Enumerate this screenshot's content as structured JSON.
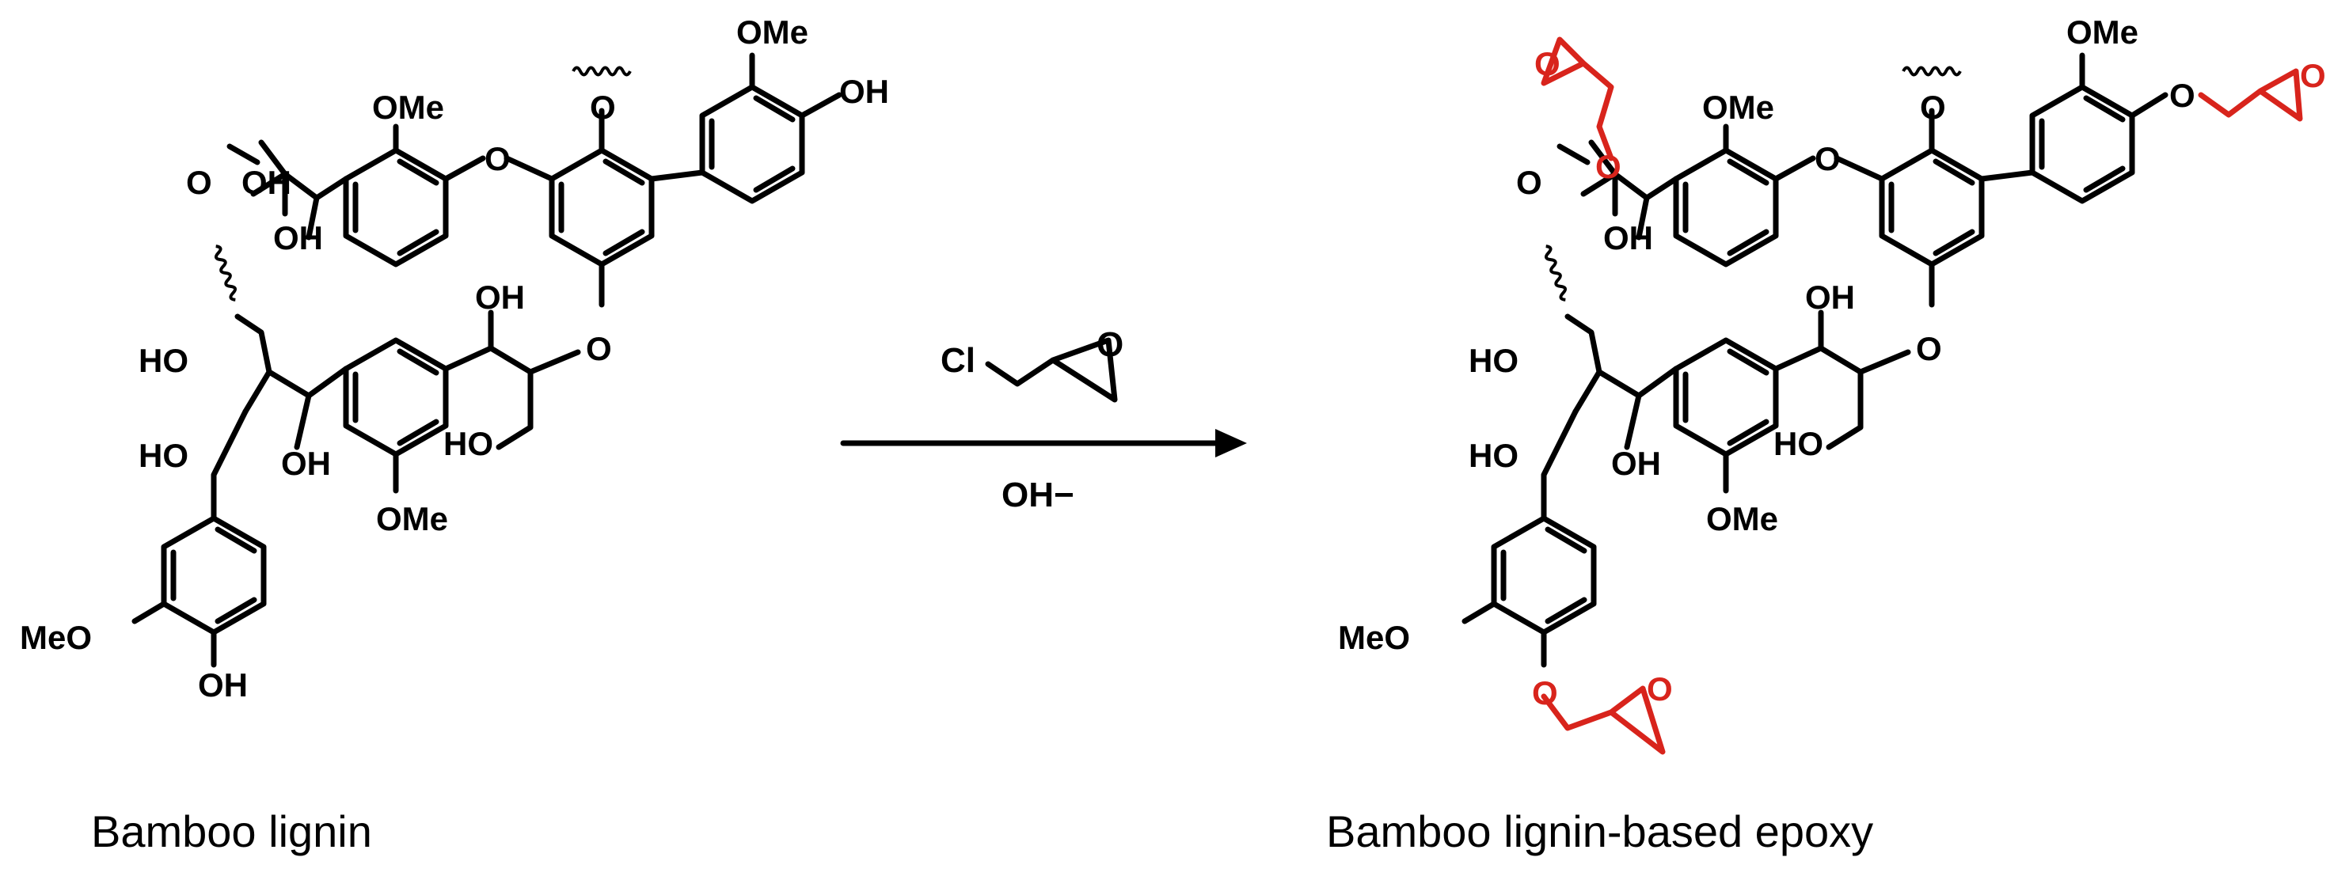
{
  "reactant": {
    "name": "Bamboo lignin",
    "labels": {
      "ome_top": "OMe",
      "oh_phenol": "OH",
      "o_ether_top": "O",
      "ome_upper": "OMe",
      "o_link": "O",
      "acid_o": "O",
      "acid_oh": "OH",
      "oh_alpha": "OH",
      "oh_mid": "OH",
      "o_mid": "O",
      "ho_mid": "HO",
      "ho_top": "HO",
      "ho_left": "HO",
      "oh_low": "OH",
      "ome_low": "OMe",
      "meo": "MeO",
      "oh_bottom": "OH"
    }
  },
  "reaction": {
    "reagent_cl": "Cl",
    "reagent_o": "O",
    "condition": "OH−"
  },
  "product": {
    "name": "Bamboo lignin-based epoxy",
    "labels": {
      "ome_top": "OMe",
      "o_epoxy_ether": "O",
      "o_ether_top": "O",
      "ome_upper": "OMe",
      "o_link": "O",
      "ester_o_double": "O",
      "ester_o": "O",
      "epoxide_o_top": "O",
      "epoxide_o_right": "O",
      "oh_alpha": "OH",
      "oh_mid": "OH",
      "o_mid": "O",
      "ho_mid": "HO",
      "ho_top": "HO",
      "ho_left": "HO",
      "oh_low": "OH",
      "ome_low": "OMe",
      "meo": "MeO",
      "o_bottom_ether": "O",
      "epoxide_o_bottom": "O"
    }
  },
  "colors": {
    "bond": "#000000",
    "epoxy_highlight": "#d8241c"
  }
}
